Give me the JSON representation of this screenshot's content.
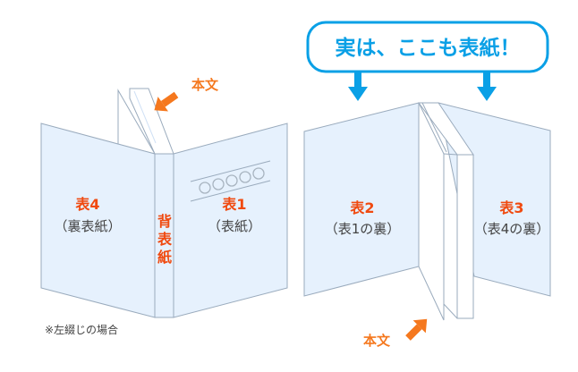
{
  "left_book": {
    "back_cover_label": "表4",
    "back_cover_sub": "（裏表紙）",
    "spine_label": [
      "背",
      "表",
      "紙"
    ],
    "front_cover_label": "表1",
    "front_cover_sub": "（表紙）",
    "body_label": "本文",
    "note": "※左綴じの場合"
  },
  "right_book": {
    "callout": "実は、ここも表紙！",
    "inside_front_label": "表2",
    "inside_front_sub": "（表1の裏）",
    "inside_back_label": "表3",
    "inside_back_sub": "（表4の裏）",
    "body_label": "本文"
  },
  "colors": {
    "panel_fill": "#e6f1fd",
    "panel_stroke": "#9aabbd",
    "accent_red": "#f04a10",
    "accent_orange": "#f5781e",
    "callout_blue": "#0aa0e6"
  }
}
